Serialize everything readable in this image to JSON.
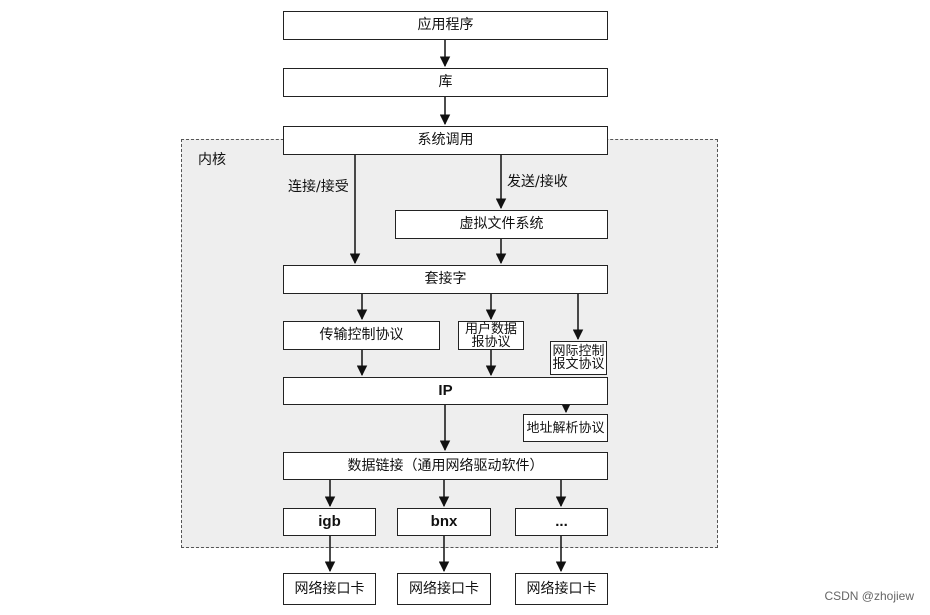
{
  "kernel": {
    "label": "内核"
  },
  "nodes": {
    "app": "应用程序",
    "lib": "库",
    "syscall": "系统调用",
    "vfs": "虚拟文件系统",
    "socket": "套接字",
    "tcp": "传输控制协议",
    "udp": "用户数据报协议",
    "icmp": "网际控制报文协议",
    "ip": "IP",
    "arp": "地址解析协议",
    "datalink": "数据链接（通用网络驱动软件）",
    "igb": "igb",
    "bnx": "bnx",
    "other_driver": "...",
    "nic1": "网络接口卡",
    "nic2": "网络接口卡",
    "nic3": "网络接口卡"
  },
  "edge_labels": {
    "connect_accept": "连接/接受",
    "send_recv": "发送/接收"
  },
  "watermark": "CSDN @zhojiew"
}
